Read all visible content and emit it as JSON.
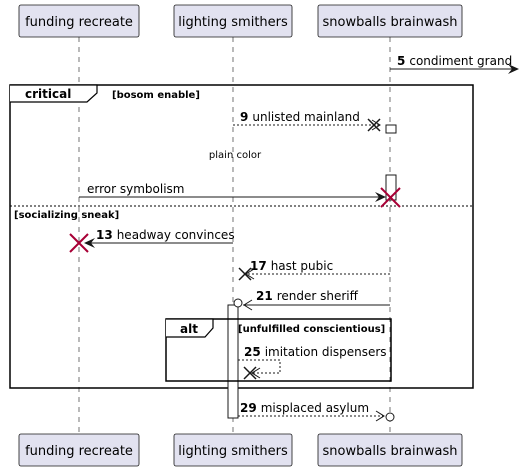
{
  "participants": [
    {
      "name": "funding recreate"
    },
    {
      "name": "lighting smithers"
    },
    {
      "name": "snowballs brainwash"
    }
  ],
  "fragments": {
    "critical": {
      "keyword": "critical",
      "guard": "[bosom enable]",
      "else_guard": "[socializing sneak]"
    },
    "alt": {
      "keyword": "alt",
      "guard": "[unfulfilled conscientious]"
    }
  },
  "note": {
    "text": "plain color"
  },
  "messages": [
    {
      "num": "5",
      "text": "condiment grand"
    },
    {
      "num": "9",
      "text": "unlisted mainland"
    },
    {
      "num": "",
      "text": "error symbolism"
    },
    {
      "num": "13",
      "text": "headway convinces"
    },
    {
      "num": "17",
      "text": "hast pubic"
    },
    {
      "num": "21",
      "text": "render sheriff"
    },
    {
      "num": "25",
      "text": "imitation dispensers"
    },
    {
      "num": "29",
      "text": "misplaced asylum"
    }
  ],
  "colors": {
    "participant_fill": "#e2e2f0",
    "destroy": "#a80036",
    "line": "#181818"
  }
}
